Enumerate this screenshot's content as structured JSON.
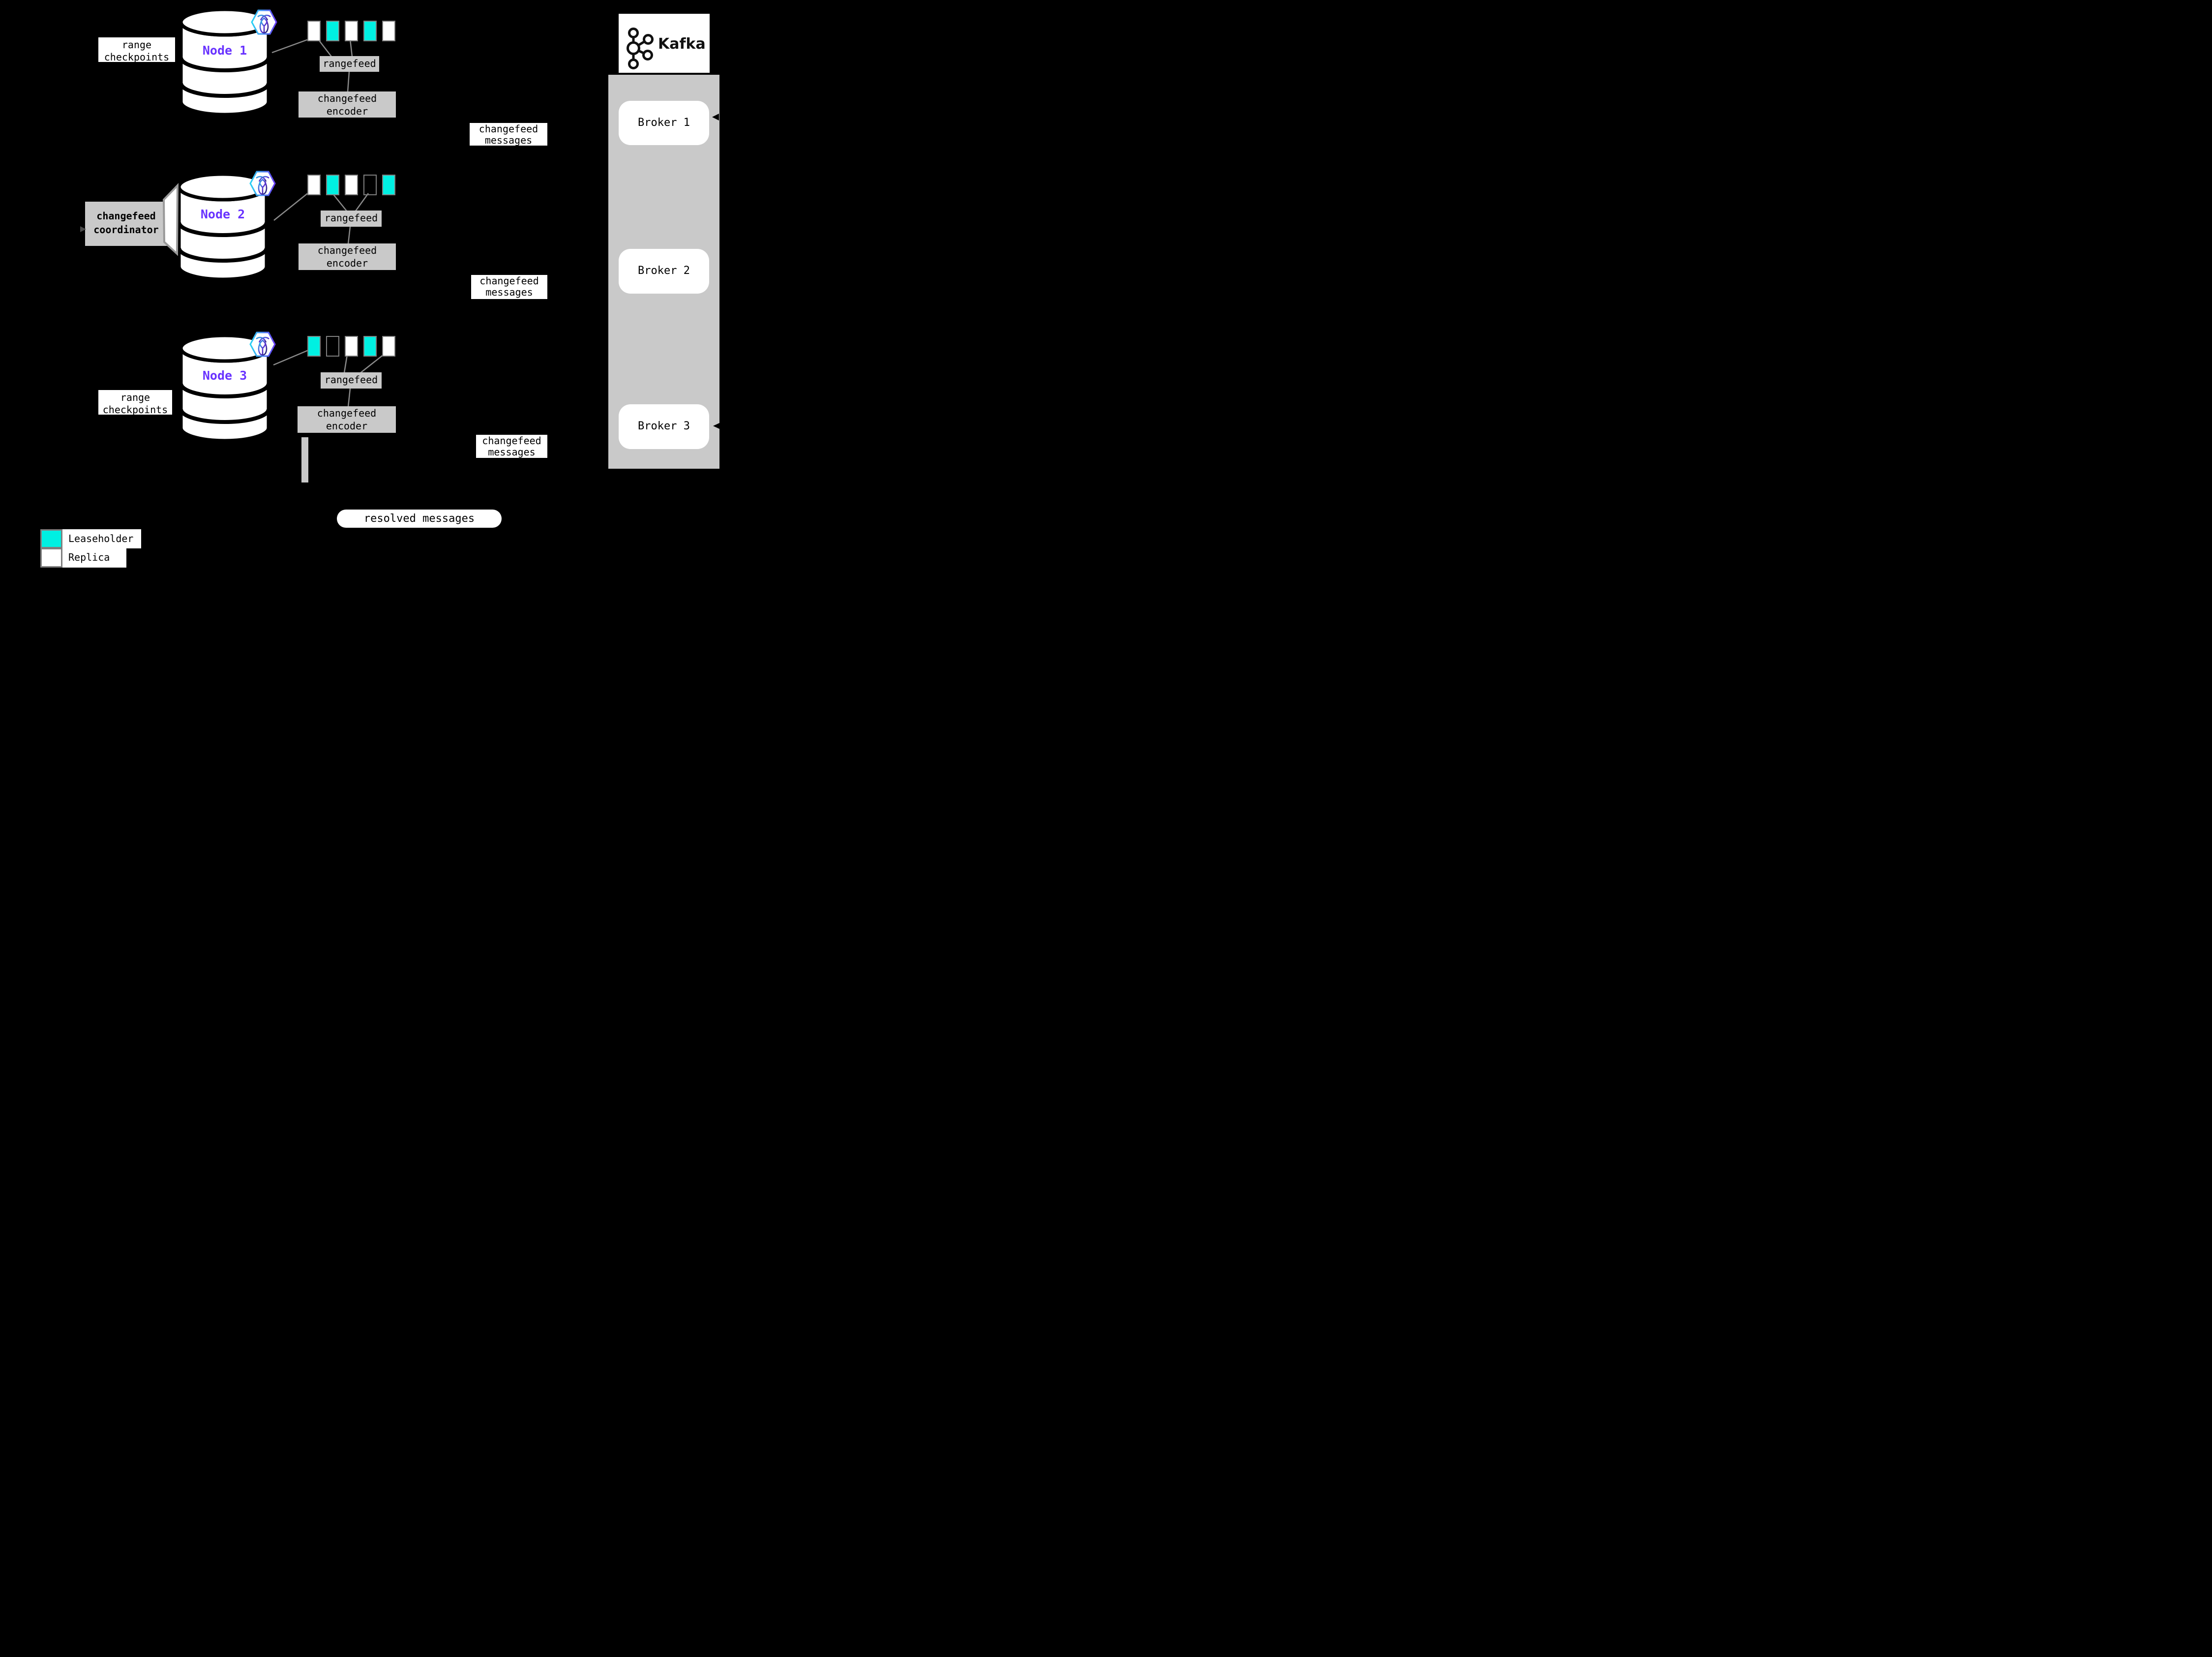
{
  "colors": {
    "leaseholder_teal": "#00F0E2",
    "replica_white": "#FFFFFF",
    "node_label_purple": "#6933FF",
    "panel_gray": "#C9C9C9",
    "square_border_gray": "#7F7F7F",
    "connector_gray": "#8A8A8A",
    "background": "#000000"
  },
  "nodes": [
    {
      "label": "Node 1",
      "ranges": [
        "replica",
        "leaseholder",
        "replica",
        "leaseholder",
        "replica"
      ]
    },
    {
      "label": "Node 2",
      "ranges": [
        "replica",
        "leaseholder",
        "replica",
        "empty",
        "leaseholder"
      ]
    },
    {
      "label": "Node 3",
      "ranges": [
        "leaseholder",
        "empty",
        "replica",
        "leaseholder",
        "replica"
      ]
    }
  ],
  "labels": {
    "rangefeed": "rangefeed",
    "encoder_line1": "changefeed",
    "encoder_line2": "encoder",
    "messages_line1": "changefeed",
    "messages_line2": "messages",
    "checkpoints_line1": "range",
    "checkpoints_line2": "checkpoints",
    "coordinator_line1": "changefeed",
    "coordinator_line2": "coordinator",
    "resolved": "resolved messages"
  },
  "kafka": {
    "brand": "Kafka",
    "brokers": [
      "Broker 1",
      "Broker 2",
      "Broker 3"
    ]
  },
  "legend": [
    {
      "type": "leaseholder",
      "label": "Leaseholder"
    },
    {
      "type": "replica",
      "label": "Replica"
    }
  ]
}
